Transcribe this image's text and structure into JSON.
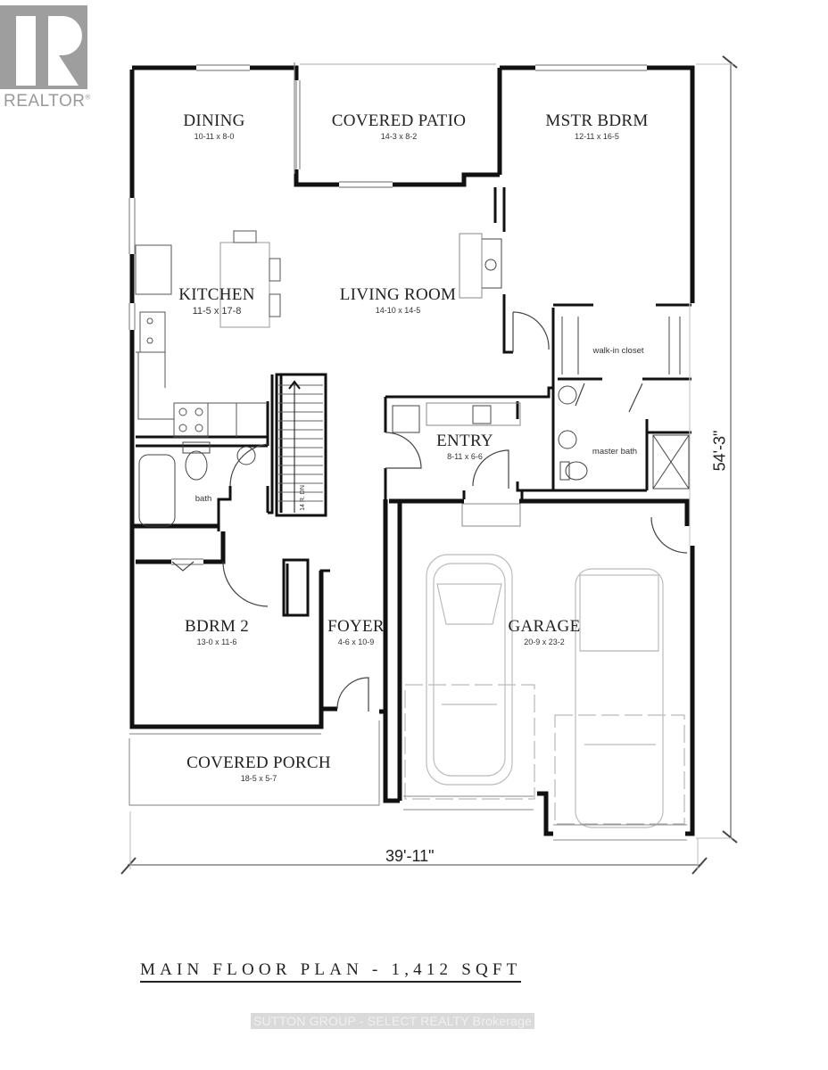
{
  "logo": {
    "text": "REALTOR",
    "mark": "®",
    "color": "#9e9e9e"
  },
  "rooms": {
    "dining": {
      "name": "DINING",
      "dims": "10-11 x 8-0"
    },
    "covered_patio": {
      "name": "COVERED PATIO",
      "dims": "14-3 x 8-2"
    },
    "master_bedroom": {
      "name": "MSTR BDRM",
      "dims": "12-11 x 16-5"
    },
    "kitchen": {
      "name": "KITCHEN",
      "dims": "11-5 x 17-8"
    },
    "living_room": {
      "name": "LIVING ROOM",
      "dims": "14-10 x 14-5"
    },
    "walk_in_closet": {
      "name": "walk-in closet"
    },
    "master_bath": {
      "name": "master bath"
    },
    "entry": {
      "name": "ENTRY",
      "dims": "8-11 x 6-6"
    },
    "bath": {
      "name": "bath"
    },
    "stairs": {
      "name": "14 R. DN"
    },
    "bedroom_2": {
      "name": "BDRM 2",
      "dims": "13-0 x 11-6"
    },
    "foyer": {
      "name": "FOYER",
      "dims": "4-6 x 10-9"
    },
    "garage": {
      "name": "GARAGE",
      "dims": "20-9 x 23-2"
    },
    "covered_porch": {
      "name": "COVERED PORCH",
      "dims": "18-5 x 5-7"
    }
  },
  "dimensions": {
    "width": "39'-11\"",
    "depth": "54'-3\""
  },
  "title": "MAIN FLOOR PLAN - 1,412 SQFT",
  "brokerage": "SUTTON GROUP - SELECT REALTY  Brokerage",
  "colors": {
    "wall": "#111111",
    "fixture": "#666666",
    "car": "#b5b5b5",
    "watermark": "#dadada"
  }
}
